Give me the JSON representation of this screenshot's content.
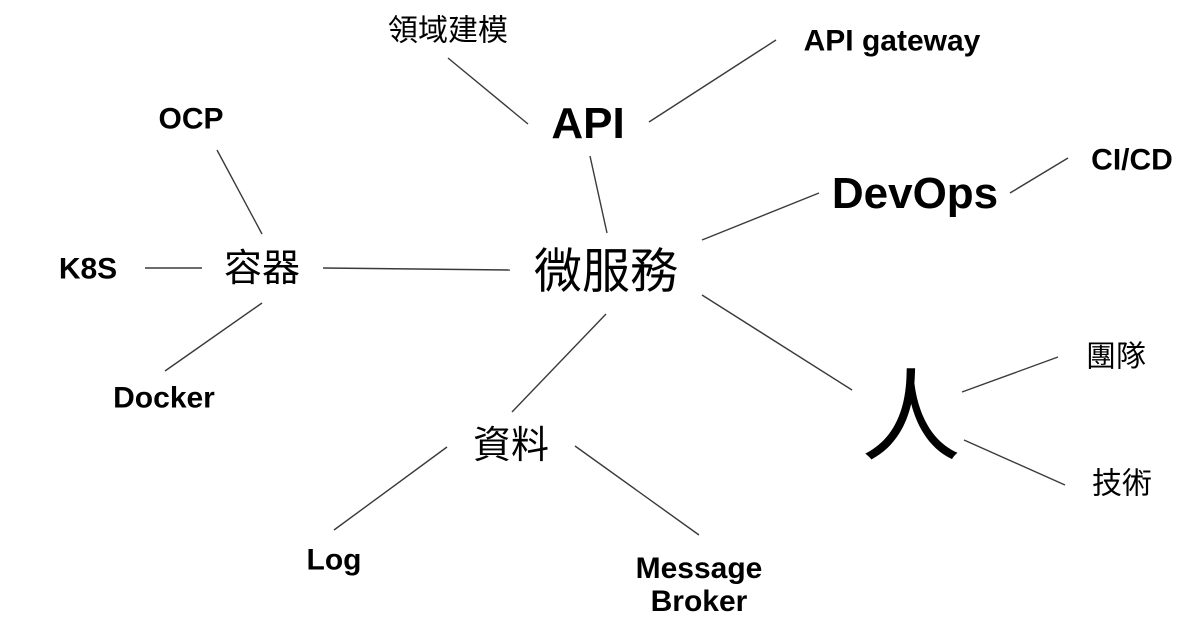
{
  "diagram": {
    "type": "mind-map",
    "center": "微服務",
    "nodes": {
      "microservices": "微服務",
      "api": "API",
      "domain_modeling": "領域建模",
      "api_gateway": "API gateway",
      "devops": "DevOps",
      "cicd": "CI/CD",
      "container": "容器",
      "ocp": "OCP",
      "k8s": "K8S",
      "docker": "Docker",
      "data": "資料",
      "log": "Log",
      "message_broker_1": "Message",
      "message_broker_2": "Broker",
      "people": "人",
      "team": "團隊",
      "skills": "技術"
    },
    "edges": [
      [
        "微服務",
        "API"
      ],
      [
        "API",
        "領域建模"
      ],
      [
        "API",
        "API gateway"
      ],
      [
        "微服務",
        "DevOps"
      ],
      [
        "DevOps",
        "CI/CD"
      ],
      [
        "微服務",
        "容器"
      ],
      [
        "容器",
        "OCP"
      ],
      [
        "容器",
        "K8S"
      ],
      [
        "容器",
        "Docker"
      ],
      [
        "微服務",
        "資料"
      ],
      [
        "資料",
        "Log"
      ],
      [
        "資料",
        "Message Broker"
      ],
      [
        "微服務",
        "人"
      ],
      [
        "人",
        "團隊"
      ],
      [
        "人",
        "技術"
      ]
    ],
    "line_color": "#3a3a3a",
    "text_color": "#000000",
    "background": "#ffffff"
  }
}
